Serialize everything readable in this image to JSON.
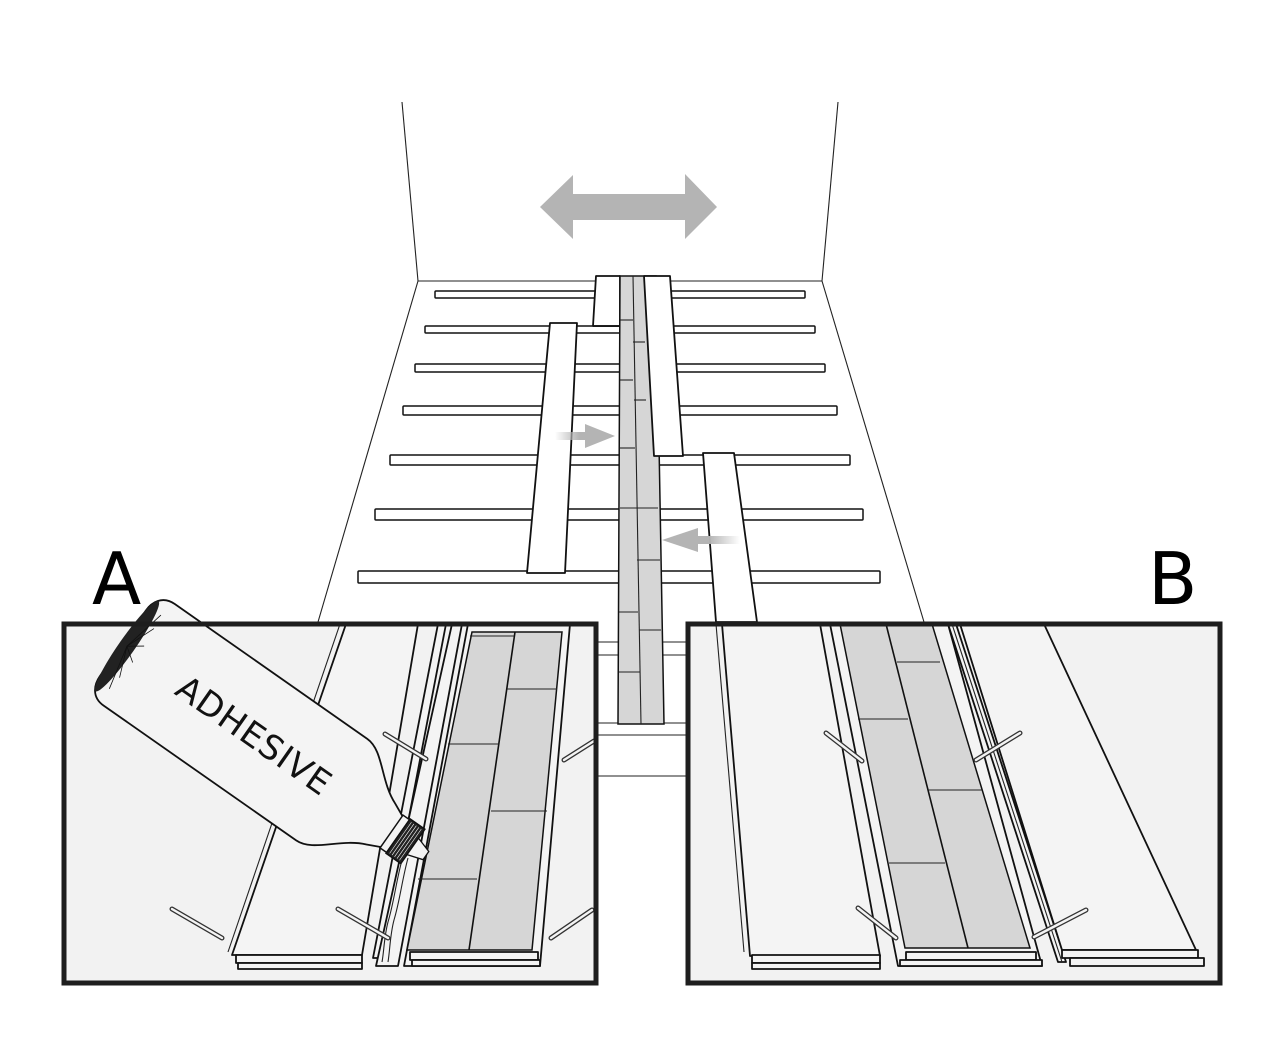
{
  "figure": {
    "type": "flooring installation illustration",
    "colors": {
      "arrow": "#b4b4b4",
      "panel_fill": "#f2f2f2",
      "board_grey": "#d6d6d6",
      "frame": "#1e1e1e",
      "line": "#111111"
    },
    "icons": {
      "direction_arrow": "double-headed-arrow",
      "push_arrow_right": "arrow-right",
      "push_arrow_left": "arrow-left",
      "adhesive_bottle": "glue-bottle-icon",
      "nail": "nail-icon"
    }
  },
  "panels": [
    {
      "label": "A",
      "bottle_label": "ADHESIVE"
    },
    {
      "label": "B"
    }
  ]
}
